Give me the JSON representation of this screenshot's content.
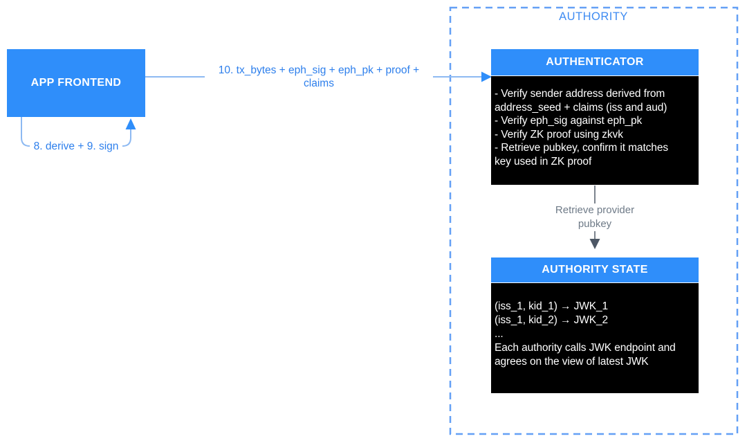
{
  "colors": {
    "node_blue": "#2f8efa",
    "node_black": "#000000",
    "accent_text_blue": "#2d7fec",
    "authority_label_blue": "#3e8bf2",
    "authority_border_blue": "#64a0f5",
    "arrow_line_blue": "#8db9f2",
    "arrow_head_blue": "#2f8efa",
    "gray_text": "#6e7a87",
    "gray_arrow_line": "#7c838d",
    "gray_arrow_head": "#4d5765"
  },
  "group": {
    "label": "AUTHORITY"
  },
  "nodes": {
    "app_frontend": {
      "label": "APP FRONTEND"
    },
    "authenticator": {
      "title": "AUTHENTICATOR",
      "body_lines": [
        "- Verify sender address derived from",
        "address_seed + claims (iss and aud)",
        "- Verify eph_sig against eph_pk",
        "- Verify ZK proof using zkvk",
        "- Retrieve pubkey, confirm it matches",
        "key used in ZK proof"
      ]
    },
    "authority_state": {
      "title": "AUTHORITY STATE",
      "body_lines": [
        "(iss_1, kid_1) → JWK_1",
        "(iss_1, kid_2) → JWK_2",
        "...",
        "Each authority calls JWK endpoint and",
        "agrees on the view of latest JWK"
      ]
    }
  },
  "edges": {
    "tx_label_lines": [
      "10. tx_bytes + eph_sig + eph_pk + proof +",
      "claims"
    ],
    "derive_sign_label": "8. derive + 9. sign",
    "retrieve_label_lines": [
      "Retrieve provider",
      "pubkey"
    ]
  }
}
